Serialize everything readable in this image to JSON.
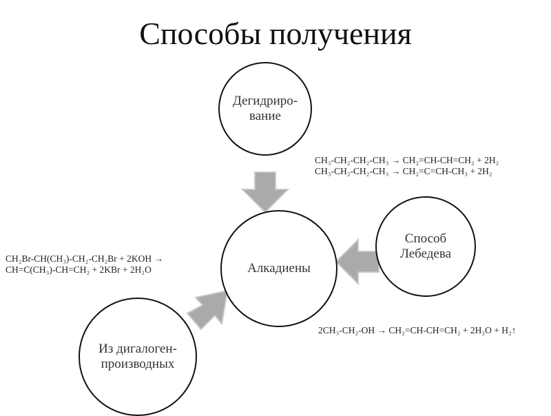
{
  "title": "Способы получения",
  "nodes": {
    "center": "Алкадиены",
    "dehydrogenation": "Дегидриро-\nвание",
    "lebedev": "Способ\nЛебедева",
    "dihalogen": "Из дигалоген-\nпроизводных"
  },
  "formulas": {
    "dehydrogenation": [
      "CH₃-CH₂-CH₂-CH₃ → CH₂=CH-CH=CH₂ + 2H₂",
      "CH₃-CH₂-CH₂-CH₃ → CH₂=C=CH-CH₃ + 2H₂"
    ],
    "dihalogen": [
      "CH₂Br-CH(CH₃)-CH₂-CH₂Br + 2KOH →",
      "CH=C(CH₃)-CH=CH₂ + 2KBr + 2H₂O"
    ],
    "lebedev": [
      "2CH₃-CH₂-OH → CH₂=CH-CH=CH₂ + 2H₂O + H₂↑"
    ]
  },
  "colors": {
    "arrow": "#aaaaaa",
    "arrow_stroke": "#bbbbbb"
  }
}
